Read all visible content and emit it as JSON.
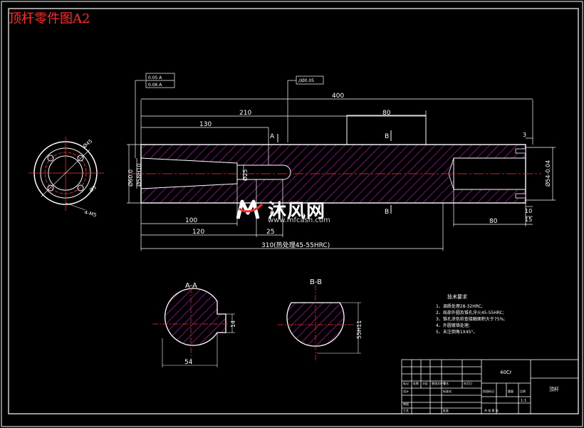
{
  "drawing_title": "顶杆零件图A2",
  "watermark": {
    "brand": "沐风网",
    "url": "www.mfcash.com"
  },
  "dimensions": {
    "total_length": "400",
    "d210": "210",
    "d80_top": "80",
    "d130": "130",
    "d100": "100",
    "d120": "120",
    "d25": "25",
    "d80_right": "80",
    "d3": "3",
    "d10": "10",
    "d15": "15",
    "length_310": "310(热处理45-55HRC)",
    "dia_60": "Ø60.0",
    "dia_58": "Ø58H10",
    "dia_25": "Ø25",
    "dia_54": "Ø54-0.04",
    "circle_d45": "Ø45",
    "circle_d5": "Ø5",
    "thread": "4-M5",
    "aa_width": "54",
    "aa_14": "14",
    "bb_55": "55H11"
  },
  "tolerance_frames": {
    "left_line1": "0.05 A",
    "left_line2": "0.06 A",
    "center": "//Ø0.05"
  },
  "section_markers": {
    "a_top": "A",
    "a_bottom": "A",
    "b_top": "B",
    "b_bottom": "B"
  },
  "section_titles": {
    "aa": "A-A",
    "bb": "B-B"
  },
  "tech_notes": {
    "title": "技术要求",
    "items": [
      "1、调质处理28-32HRC;",
      "2、局部外圆及锥孔淬火45-55HRC;",
      "3、锥孔涂色检查接触面积大于75%;",
      "4、外圆镀铬处理;",
      "5、未注倒角1X45°。"
    ]
  },
  "title_block": {
    "material": "40Cr",
    "part_name": "顶杆",
    "scale": "1:1",
    "labels": [
      "标记",
      "处数",
      "分区",
      "更改文件号",
      "签名",
      "年月日",
      "设计",
      "标准化",
      "阶段标记",
      "重量",
      "比例",
      "审核",
      "工艺",
      "批准",
      "共 张 第 张"
    ]
  },
  "colors": {
    "background": "#000000",
    "outline": "#ffffff",
    "hatch": "#ff00ff",
    "center": "#ff3030",
    "dimension": "#ffffff",
    "title_text": "#ff2a2a"
  }
}
